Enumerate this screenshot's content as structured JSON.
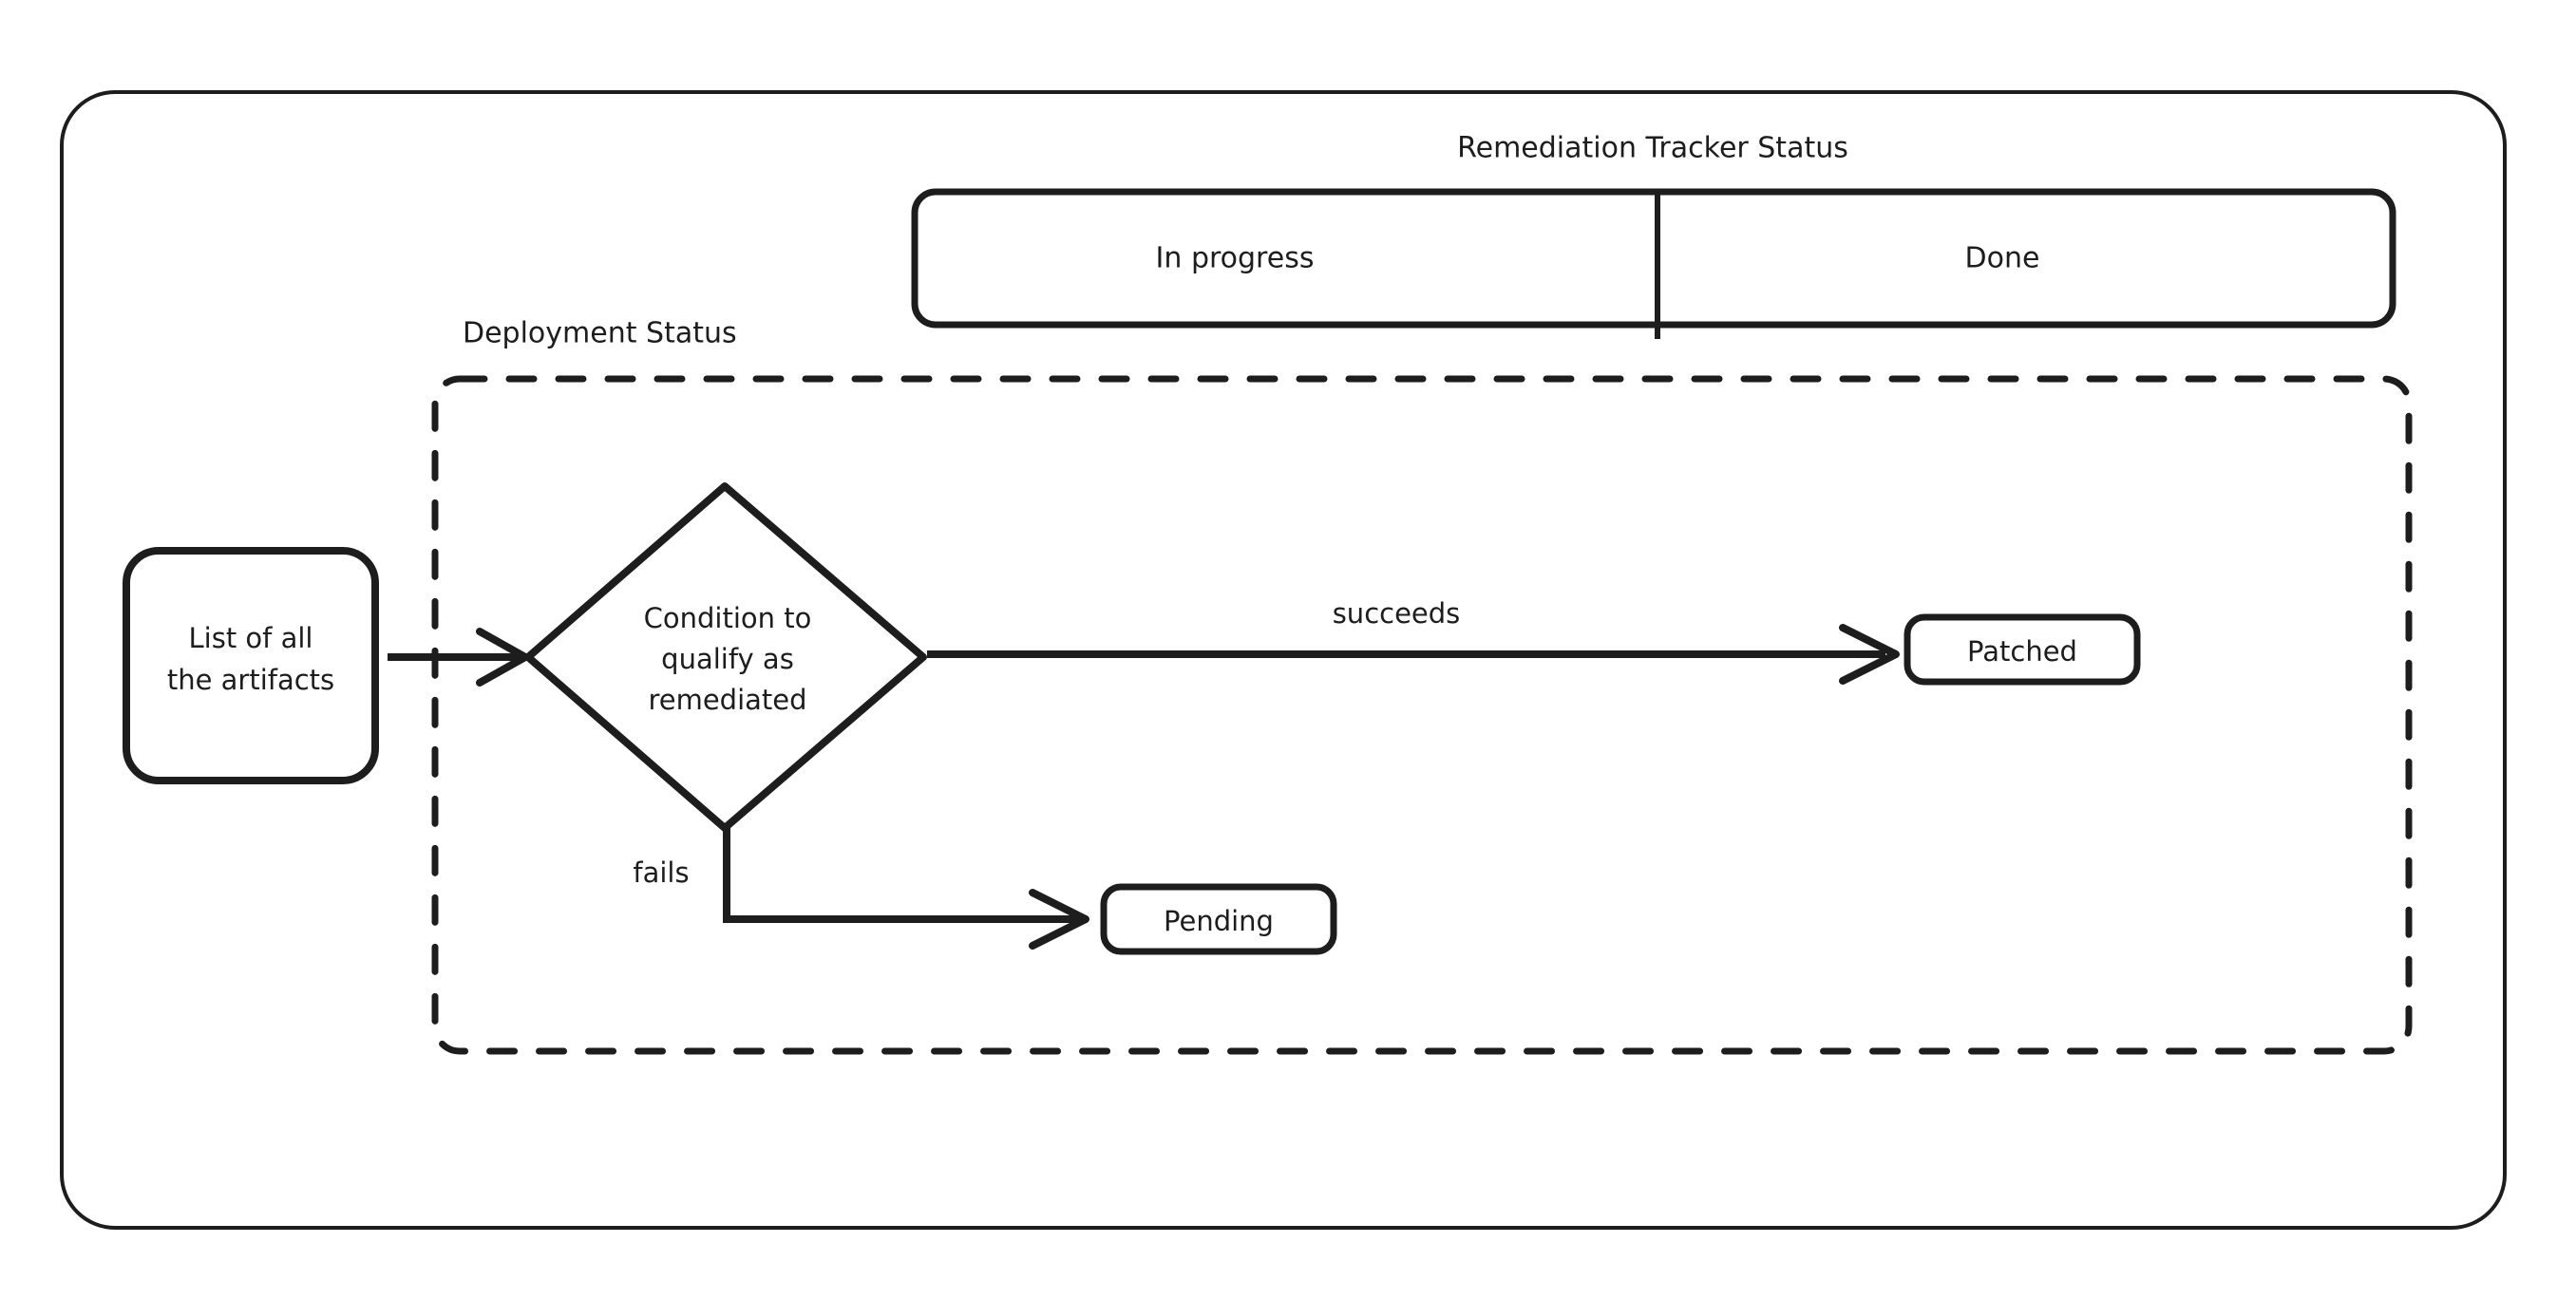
{
  "diagram": {
    "title": "Remediation Tracker Status",
    "swimlane": {
      "lanes": [
        {
          "label": "In progress"
        },
        {
          "label": "Done"
        }
      ]
    },
    "group": {
      "label": "Deployment Status"
    },
    "nodes": [
      {
        "id": "artifacts",
        "label": "List of all\nthe artifacts",
        "shape": "rounded-rect",
        "lines": [
          "List of all",
          "the artifacts"
        ]
      },
      {
        "id": "condition",
        "label": "Condition to qualify as remediated",
        "shape": "diamond",
        "lines": [
          "Condition to",
          "qualify as",
          "remediated"
        ]
      },
      {
        "id": "patched",
        "label": "Patched",
        "shape": "rounded-rect",
        "lines": [
          "Patched"
        ]
      },
      {
        "id": "pending",
        "label": "Pending",
        "shape": "rounded-rect",
        "lines": [
          "Pending"
        ]
      }
    ],
    "edges": [
      {
        "from": "artifacts",
        "to": "condition",
        "label": ""
      },
      {
        "from": "condition",
        "to": "patched",
        "label": "succeeds"
      },
      {
        "from": "condition",
        "to": "pending",
        "label": "fails"
      }
    ],
    "colors": {
      "stroke": "#1d1d1d",
      "background": "#ffffff"
    }
  }
}
